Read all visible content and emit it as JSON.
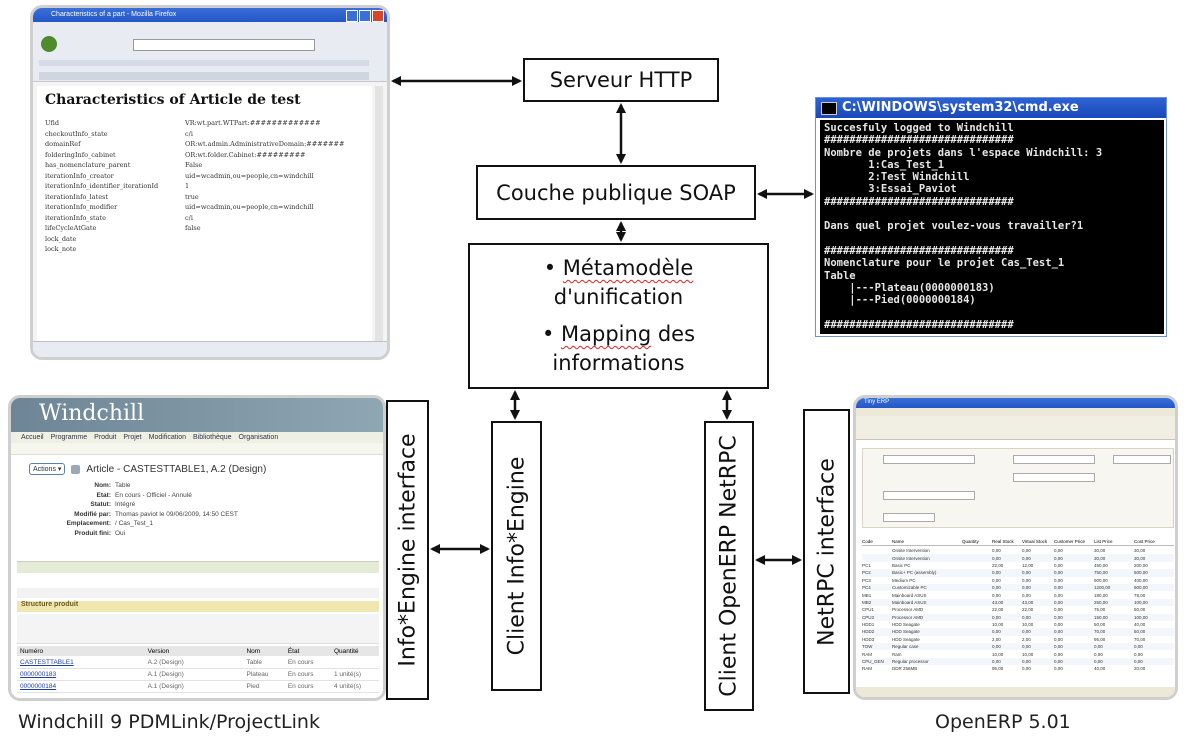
{
  "server_http": "Serveur HTTP",
  "soap_layer": "Couche publique SOAP",
  "metamodel": {
    "item1_part1": "Métamodèle",
    "item1_part2": "d'unification",
    "item2_part1": "Mapping",
    "item2_part2": " des",
    "item2_part3": "informations"
  },
  "left_interface": "Info*Engine interface",
  "client_infoengine": "Client Info*Engine",
  "client_openerp": "Client OpenERP NetRPC",
  "right_interface": "NetRPC interface",
  "caption_left": "Windchill 9 PDMLink/ProjectLink",
  "caption_right": "OpenERP 5.01",
  "firefox": {
    "window_title": "Characteristics of a part - Mozilla Firefox",
    "page_heading": "Characteristics of Article de test",
    "properties": [
      {
        "k": "Ufid",
        "v": "VR:wt.part.WTPart:#############"
      },
      {
        "k": "checkoutInfo_state",
        "v": "c/i"
      },
      {
        "k": "domainRef",
        "v": "OR:wt.admin.AdministrativeDomain:#######"
      },
      {
        "k": "folderingInfo_cabinet",
        "v": "OR:wt.folder.Cabinet:#########"
      },
      {
        "k": "has_nomenclature_parent",
        "v": "False"
      },
      {
        "k": "iterationInfo_creator",
        "v": "uid=wcadmin,ou=people,cn=windchill"
      },
      {
        "k": "iterationInfo_identifier_iterationId",
        "v": "1"
      },
      {
        "k": "iterationInfo_latest",
        "v": "true"
      },
      {
        "k": "iterationInfo_modifier",
        "v": "uid=wcadmin,ou=people,cn=windchill"
      },
      {
        "k": "iterationInfo_state",
        "v": "c/i"
      },
      {
        "k": "lifeCycleAtGate",
        "v": "false"
      },
      {
        "k": "lock_date",
        "v": ""
      },
      {
        "k": "lock_note",
        "v": ""
      }
    ]
  },
  "cmd": {
    "title": "C:\\WINDOWS\\system32\\cmd.exe",
    "lines": [
      "Succesfuly logged to Windchill",
      "##############################",
      "Nombre de projets dans l'espace Windchill: 3",
      "       1:Cas_Test_1",
      "       2:Test Windchill",
      "       3:Essai_Paviot",
      "##############################",
      "",
      "Dans quel projet voulez-vous travailler?1",
      "",
      "##############################",
      "Nomenclature pour le projet Cas_Test_1",
      "Table",
      "    |---Plateau(0000000183)",
      "    |---Pied(0000000184)",
      "",
      "##############################"
    ]
  },
  "windchill": {
    "logo": "Windchill",
    "menu": [
      "Accueil",
      "Programme",
      "Produit",
      "Projet",
      "Modification",
      "Bibliothèque",
      "Organisation"
    ],
    "article": "Article - CASTESTTABLE1, A.2 (Design)",
    "actions_label": "Actions ▾",
    "fields": [
      {
        "k": "Nom:",
        "v": "Table"
      },
      {
        "k": "Etat:",
        "v": "En cours - Officiel - Annulé"
      },
      {
        "k": "Statut:",
        "v": "Intégré"
      },
      {
        "k": "Modifié par:",
        "v": "Thomas paviot le 09/06/2009, 14:50 CEST"
      },
      {
        "k": "Emplacement:",
        "v": "/ Cas_Test_1"
      },
      {
        "k": "Produit fini:",
        "v": "Oui"
      }
    ],
    "struct_title": "Structure produit",
    "table_headers": [
      "Numéro",
      "Version",
      "Nom",
      "État",
      "Quantité"
    ],
    "table_rows": [
      {
        "num": "CASTESTTABLE1",
        "ver": "A.2 (Design)",
        "nom": "Table",
        "etat": "En cours",
        "qte": ""
      },
      {
        "num": "0000000183",
        "ver": "A.1 (Design)",
        "nom": "Plateau",
        "etat": "En cours",
        "qte": "1 unité(s)"
      },
      {
        "num": "0000000184",
        "ver": "A.1 (Design)",
        "nom": "Pied",
        "etat": "En cours",
        "qte": "4 unité(s)"
      }
    ]
  },
  "openerp": {
    "window_title": "Tiny ERP",
    "columns": [
      "Code",
      "Name",
      "Quantity",
      "Real Stock",
      "Virtual Stock",
      "Customer Price",
      "List Price",
      "Cost Price"
    ],
    "rows": [
      [
        "",
        "Onsite Intervention",
        "",
        "0,00",
        "0,00",
        "0,00",
        "30,00",
        "30,00"
      ],
      [
        "",
        "Onsite Intervention",
        "",
        "0,00",
        "0,00",
        "0,00",
        "30,00",
        "30,00"
      ],
      [
        "PC1",
        "Basic PC",
        "",
        "22,00",
        "12,00",
        "0,00",
        "450,00",
        "200,00"
      ],
      [
        "PC2",
        "Basic+ PC (assembly)",
        "",
        "0,00",
        "0,00",
        "0,00",
        "750,00",
        "500,00"
      ],
      [
        "PC3",
        "Medium PC",
        "",
        "0,00",
        "0,00",
        "0,00",
        "900,00",
        "400,00"
      ],
      [
        "PC4",
        "Customizable PC",
        "",
        "0,00",
        "0,00",
        "0,00",
        "1200,00",
        "900,00"
      ],
      [
        "MB1",
        "Mainboard ASUS",
        "",
        "0,00",
        "0,00",
        "0,00",
        "180,00",
        "78,00"
      ],
      [
        "MB2",
        "Mainboard ASUS",
        "",
        "43,00",
        "43,00",
        "0,00",
        "250,00",
        "100,00"
      ],
      [
        "CPU1",
        "Processor AMD",
        "",
        "22,00",
        "22,00",
        "0,00",
        "75,00",
        "50,00"
      ],
      [
        "CPU3",
        "Processor AMD",
        "",
        "0,00",
        "0,00",
        "0,00",
        "150,00",
        "100,00"
      ],
      [
        "HDD1",
        "HDD Seagate",
        "",
        "10,00",
        "10,00",
        "0,00",
        "50,00",
        "40,00"
      ],
      [
        "HDD2",
        "HDD Seagate",
        "",
        "0,00",
        "0,00",
        "0,00",
        "70,00",
        "50,00"
      ],
      [
        "HDD3",
        "HDD Seagate",
        "",
        "2,00",
        "2,00",
        "0,00",
        "95,00",
        "70,00"
      ],
      [
        "TOW",
        "Regular case",
        "",
        "0,00",
        "0,00",
        "0,00",
        "0,00",
        "0,00"
      ],
      [
        "RAM",
        "Ram",
        "",
        "10,00",
        "10,00",
        "0,00",
        "0,00",
        "0,00"
      ],
      [
        "CPU_GEN",
        "Regular processor",
        "",
        "0,00",
        "0,00",
        "0,00",
        "0,00",
        "0,00"
      ],
      [
        "RAM",
        "DDR 256MB",
        "",
        "95,00",
        "0,00",
        "0,00",
        "40,00",
        "20,00"
      ]
    ]
  }
}
